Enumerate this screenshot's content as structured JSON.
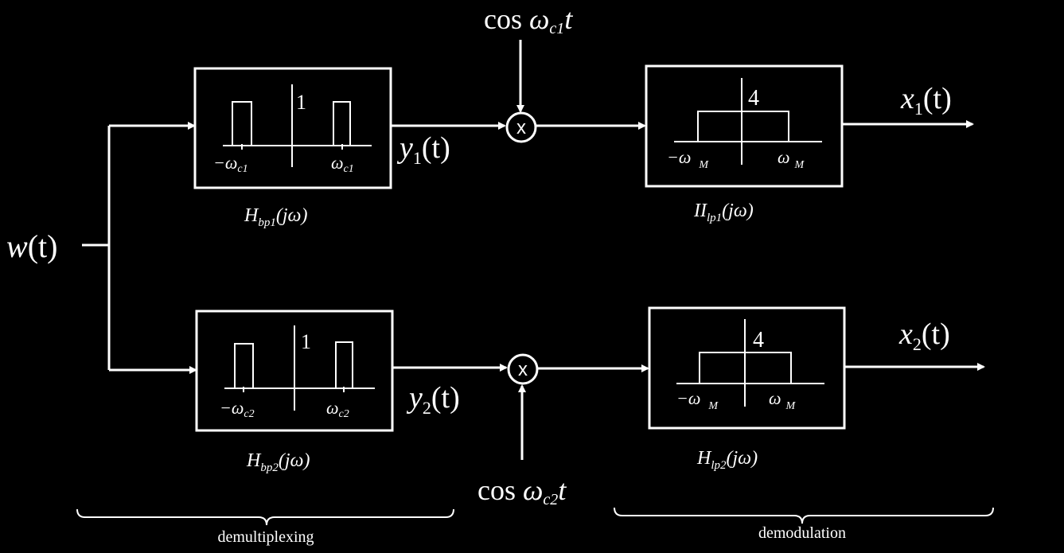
{
  "colors": {
    "background": "#000000",
    "foreground": "#ffffff"
  },
  "input": {
    "var": "w",
    "arg": "(t)"
  },
  "branches": [
    {
      "id": "1",
      "bandpass": {
        "height_label": "1",
        "neg_label": "−ω",
        "neg_sub": "c1",
        "pos_label": "ω",
        "pos_sub": "c1",
        "caption_main": "H",
        "caption_sub": "bp1",
        "caption_arg": "(jω)"
      },
      "signal": {
        "var": "y",
        "sub": "1",
        "arg": "(t)"
      },
      "mixer": {
        "symbol": "x",
        "carrier_prefix": "cos ",
        "carrier_omega": "ω",
        "carrier_sub": "c1",
        "carrier_t": "t"
      },
      "lowpass": {
        "height_label": "4",
        "neg_label": "−ω",
        "neg_sub": "M",
        "pos_label": "ω",
        "pos_sub": "M",
        "caption_main": "II",
        "caption_sub": "lp1",
        "caption_arg": "(jω)"
      },
      "output": {
        "var": "x",
        "sub": "1",
        "arg": "(t)"
      }
    },
    {
      "id": "2",
      "bandpass": {
        "height_label": "1",
        "neg_label": "−ω",
        "neg_sub": "c2",
        "pos_label": "ω",
        "pos_sub": "c2",
        "caption_main": "H",
        "caption_sub": "bp2",
        "caption_arg": "(jω)"
      },
      "signal": {
        "var": "y",
        "sub": "2",
        "arg": "(t)"
      },
      "mixer": {
        "symbol": "x",
        "carrier_prefix": "cos ",
        "carrier_omega": "ω",
        "carrier_sub": "c2",
        "carrier_t": "t"
      },
      "lowpass": {
        "height_label": "4",
        "neg_label": "−ω",
        "neg_sub": "M",
        "pos_label": "ω",
        "pos_sub": "M",
        "caption_main": "H",
        "caption_sub": "lp2",
        "caption_arg": "(jω)"
      },
      "output": {
        "var": "x",
        "sub": "2",
        "arg": "(t)"
      }
    }
  ],
  "stages": {
    "left": "demultiplexing",
    "right": "demodulation"
  }
}
